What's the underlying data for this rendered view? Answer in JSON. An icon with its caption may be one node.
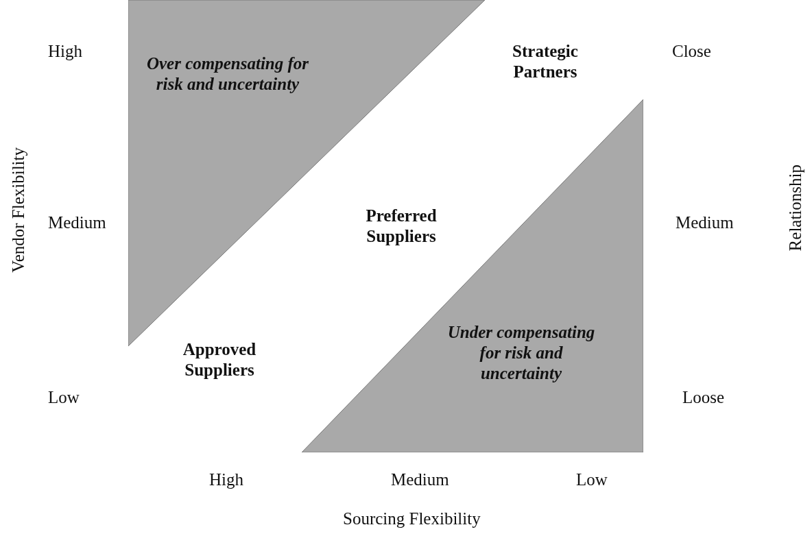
{
  "diagram": {
    "nodes": [
      {
        "text": [
          "Over compensating for risk and uncertainty"
        ]
      },
      {
        "text": [
          "Under compensating for risk and uncertainty"
        ]
      }
    ],
    "labels": [
      "High",
      "Strategic Partners",
      "Close",
      "Vendor Flexibility",
      "Relationship",
      "Medium",
      "Preferred Suppliers",
      "Medium",
      "Approved Suppliers",
      "Low",
      "Loose",
      "High",
      "Medium",
      "Low",
      "Sourcing Flexibility"
    ]
  }
}
